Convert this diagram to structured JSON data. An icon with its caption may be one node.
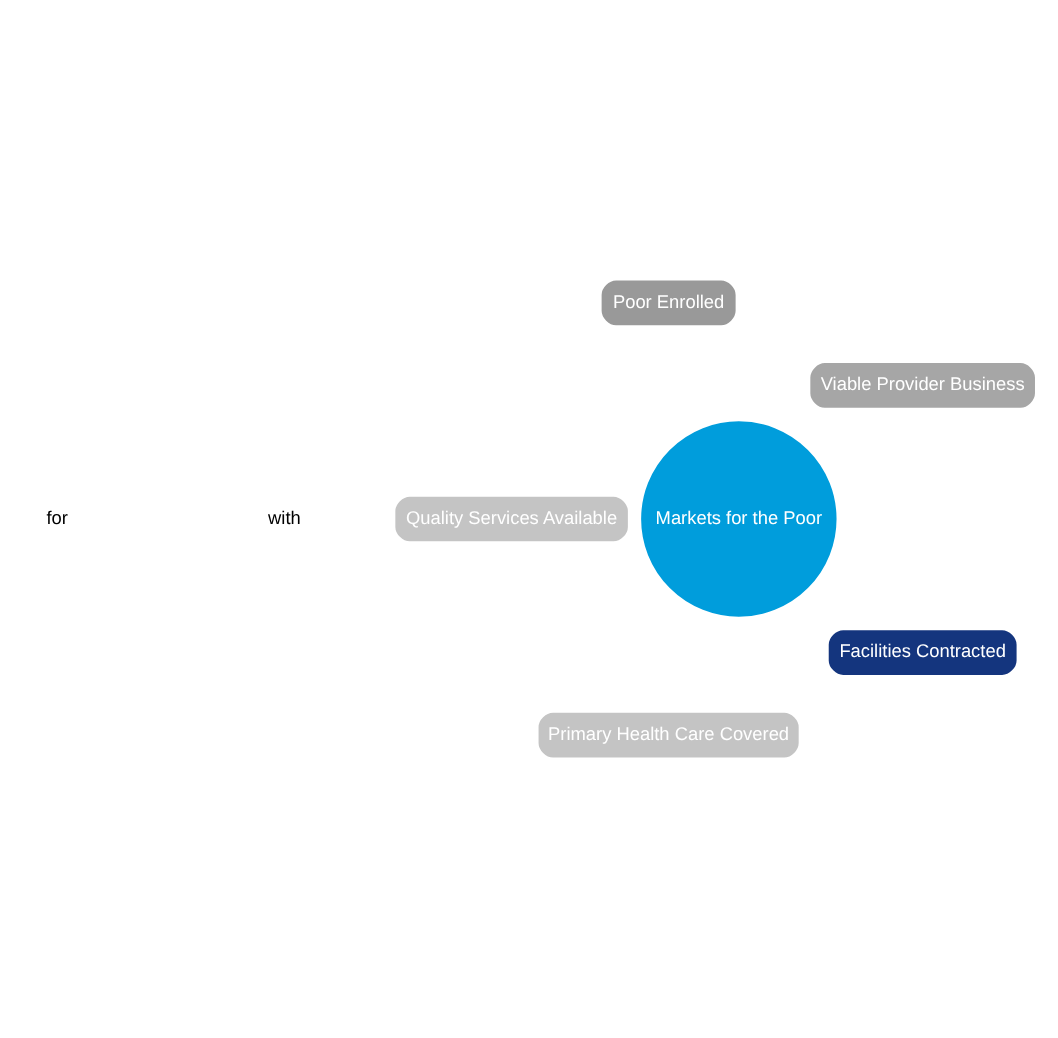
{
  "diagram": {
    "nodes": [
      {
        "text": [
          "Viable Provider Business"
        ]
      },
      {
        "text": [
          "Poor Enrolled"
        ]
      },
      {
        "text": [
          "Markets for the Poor"
        ]
      },
      {
        "text": [
          "Quality Services Available"
        ]
      },
      {
        "text": [
          "Primary Health Care Covered"
        ]
      },
      {
        "text": [
          "Facilities Contracted"
        ]
      }
    ],
    "labels": [
      "with",
      "for"
    ]
  }
}
